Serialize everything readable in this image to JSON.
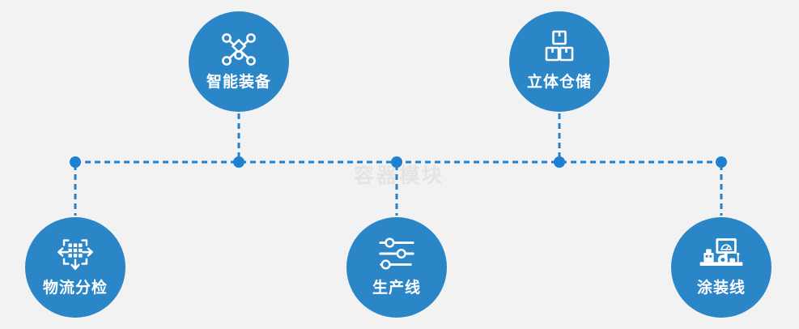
{
  "watermark": "容器模块",
  "nodes": [
    {
      "label": "智能装备",
      "icon": "network-nodes-icon"
    },
    {
      "label": "立体仓储",
      "icon": "stacked-boxes-icon"
    },
    {
      "label": "物流分检",
      "icon": "distribute-arrows-icon"
    },
    {
      "label": "生产线",
      "icon": "sliders-icon"
    },
    {
      "label": "涂装线",
      "icon": "paint-machine-icon"
    }
  ],
  "colors": {
    "background": "#f2f2f2",
    "circle": "#2b86c8",
    "connector": "#2580cb",
    "junction_dot": "#1e80d2",
    "watermark": "#e4e4e4",
    "label": "#ffffff"
  }
}
